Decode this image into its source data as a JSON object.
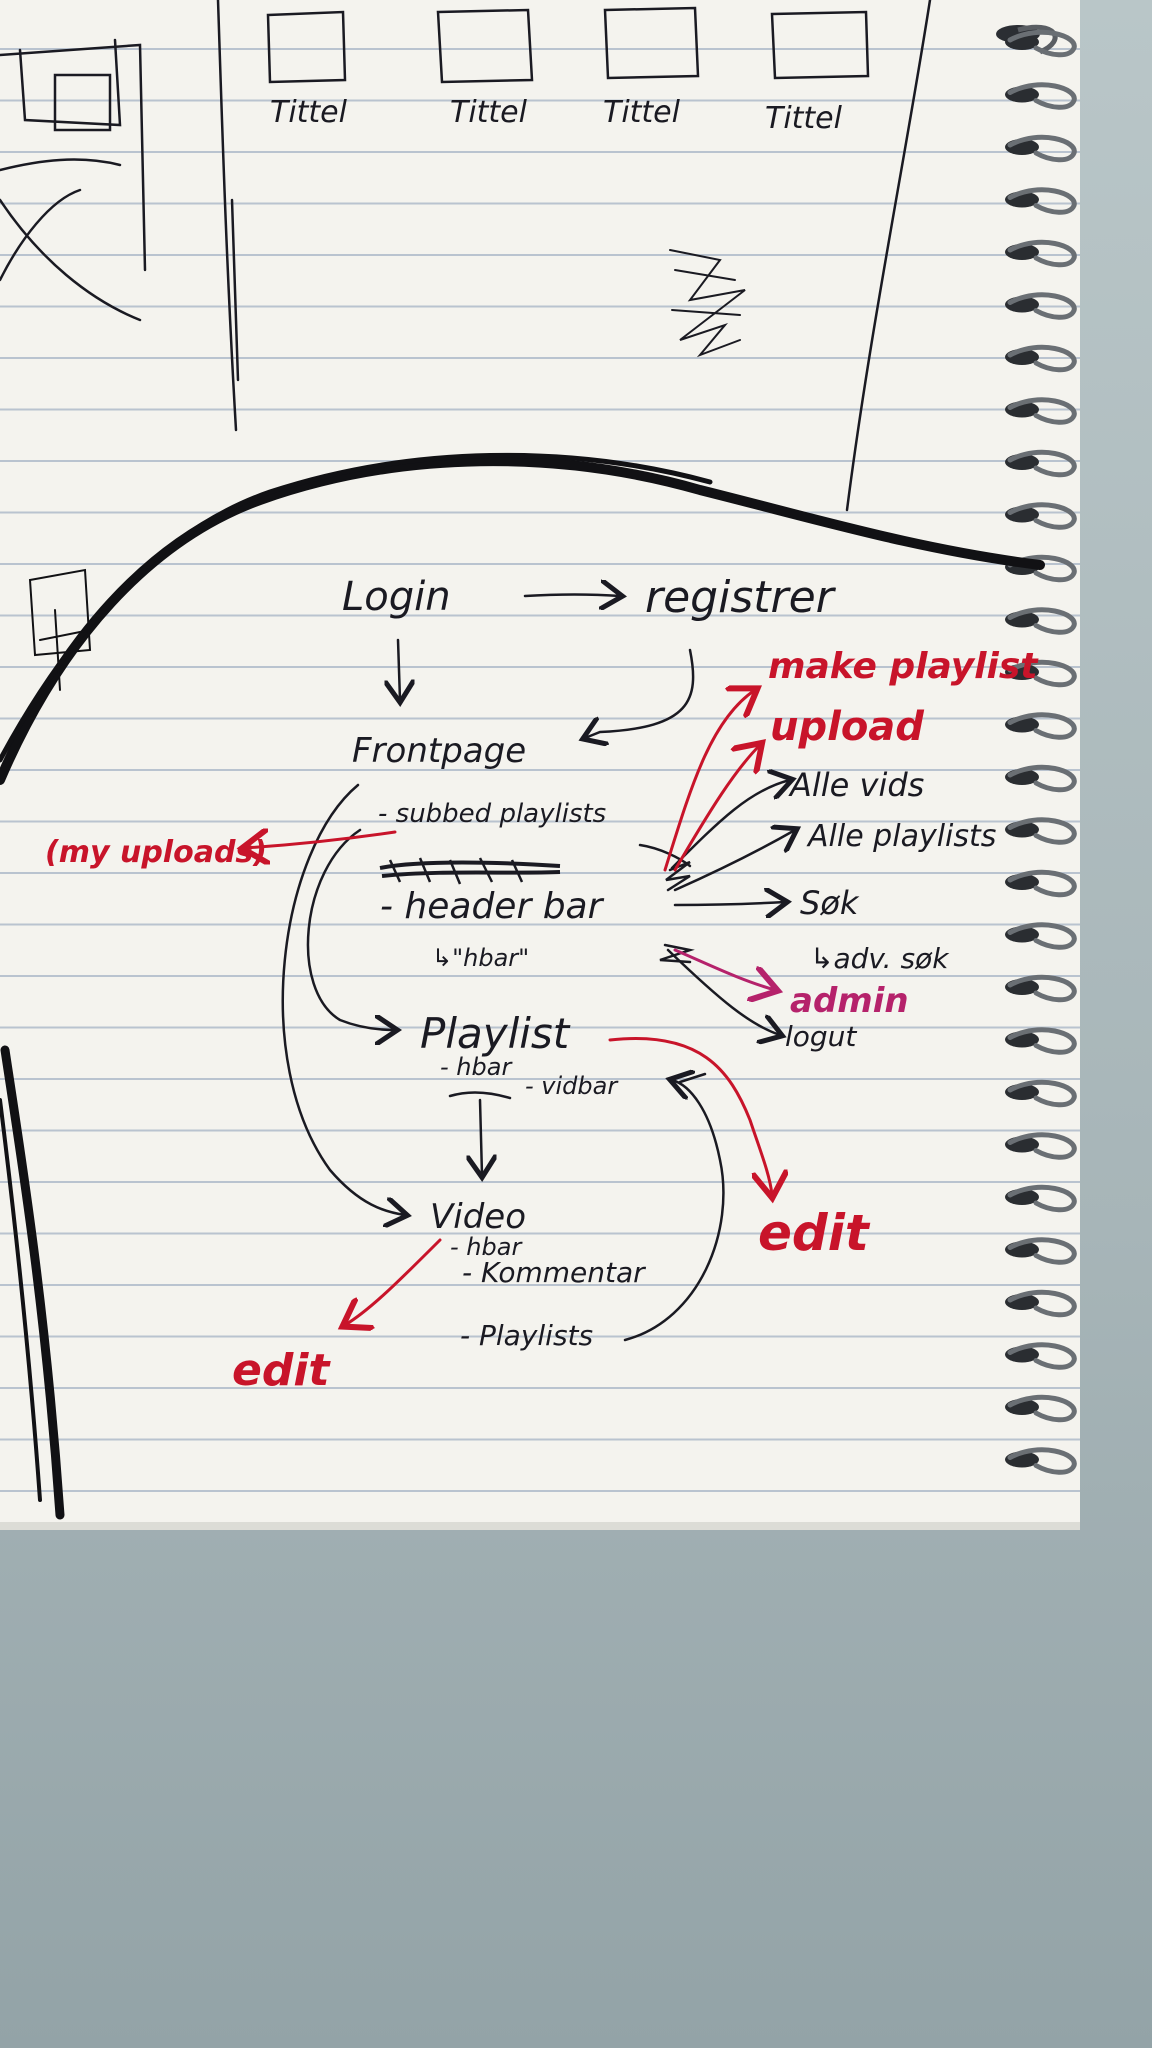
{
  "top_sketch": {
    "thumbnail_labels": [
      "Tittel",
      "Tittel",
      "Tittel",
      "Tittel"
    ]
  },
  "flow": {
    "login": "Login",
    "register": "registrer",
    "frontpage": "Frontpage",
    "subbed_playlists": "- subbed playlists",
    "header_bar": "- header bar",
    "hbar_note": "↳\"hbar\"",
    "playlist": "Playlist",
    "playlist_hbar": "- hbar",
    "playlist_vidbar": "- vidbar",
    "video": "Video",
    "video_hbar": "- hbar",
    "video_kommentar": "- Kommentar",
    "video_playlists": "- Playlists"
  },
  "header_bar_items": {
    "make_playlist": "make playlist",
    "upload": "upload",
    "alle_vids": "Alle vids",
    "alle_playlists": "Alle playlists",
    "sok": "Søk",
    "adv_sok": "↳adv. søk",
    "admin": "admin",
    "logout": "logut"
  },
  "red_notes": {
    "my_uploads": "(my uploads)",
    "edit_playlist": "edit",
    "edit_video": "edit"
  },
  "colors": {
    "paper": "#f4f3ee",
    "rule_line": "#b9c3cf",
    "ink": "#1a1a22",
    "red_ink": "#c8142a",
    "purple_ink": "#b5226b",
    "background": "#a9b6b9"
  }
}
